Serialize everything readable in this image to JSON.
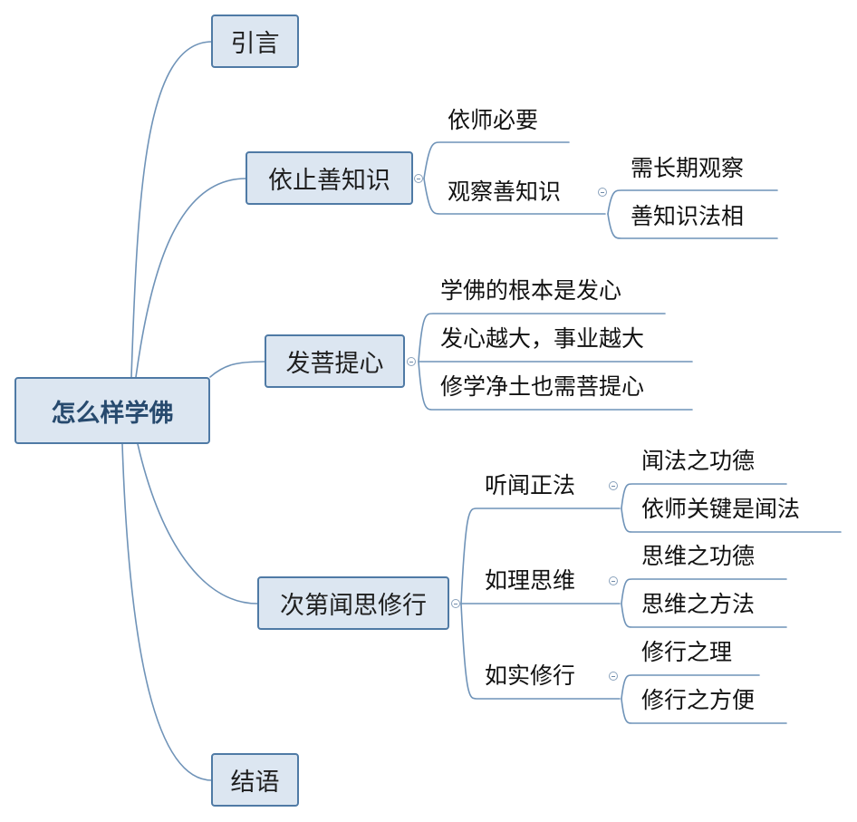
{
  "mindmap": {
    "root": "怎么样学佛",
    "branches": {
      "intro": "引言",
      "reliance": {
        "label": "依止善知识",
        "necessity": "依师必要",
        "observe": {
          "label": "观察善知识",
          "items": [
            "需长期观察",
            "善知识法相"
          ]
        }
      },
      "bodhicitta": {
        "label": "发菩提心",
        "items": [
          "学佛的根本是发心",
          "发心越大，事业越大",
          "修学净土也需菩提心"
        ]
      },
      "practice": {
        "label": "次第闻思修行",
        "listen": {
          "label": "听闻正法",
          "items": [
            "闻法之功德",
            "依师关键是闻法"
          ]
        },
        "reflect": {
          "label": "如理思维",
          "items": [
            "思维之功德",
            "思维之方法"
          ]
        },
        "cultivate": {
          "label": "如实修行",
          "items": [
            "修行之理",
            "修行之方便"
          ]
        }
      },
      "conclusion": "结语"
    }
  },
  "colors": {
    "node_fill": "#dce6f1",
    "node_border": "#4f7aa5",
    "connector": "#6f93b8",
    "root_text": "#274a6e"
  }
}
